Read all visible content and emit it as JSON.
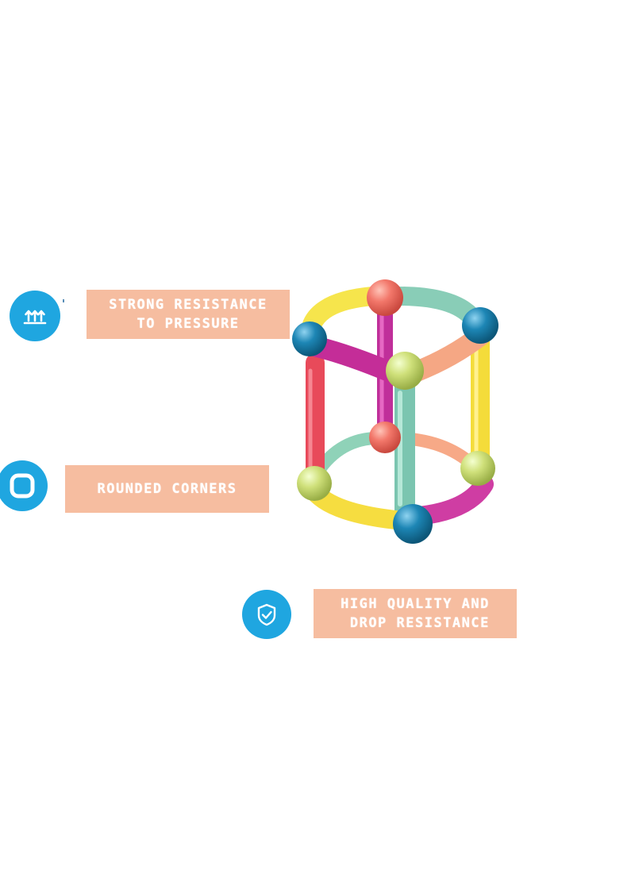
{
  "features": [
    {
      "icon": "pressure-arrows-icon",
      "lines": [
        "STRONG RESISTANCE",
        "TO PRESSURE"
      ]
    },
    {
      "icon": "rounded-square-icon",
      "lines": [
        "ROUNDED CORNERS"
      ]
    },
    {
      "icon": "shield-check-icon",
      "lines": [
        "HIGH QUALITY AND",
        " DROP RESISTANCE"
      ]
    }
  ],
  "colors": {
    "icon_circle": "#1fa6e0",
    "label_background": "#f6bda0",
    "label_text": "#ffffff"
  },
  "product_image": "magnetic-stick-ball-cylinder-toy"
}
